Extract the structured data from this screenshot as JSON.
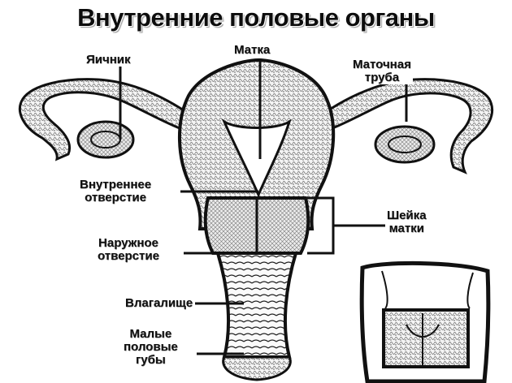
{
  "title": "Внутренние половые органы",
  "labels": {
    "ovary": "Яичник",
    "uterus": "Матка",
    "tube": [
      "Маточная",
      "труба"
    ],
    "internal_os": [
      "Внутреннее",
      "отверстие"
    ],
    "cervix": [
      "Шейка",
      "матки"
    ],
    "external_os": [
      "Наружное",
      "отверстие"
    ],
    "vagina": "Влагалище",
    "labia": [
      "Малые",
      "половые",
      "губы"
    ]
  },
  "colors": {
    "ink": "#111111",
    "paper": "#ffffff",
    "texture": "#555555"
  }
}
